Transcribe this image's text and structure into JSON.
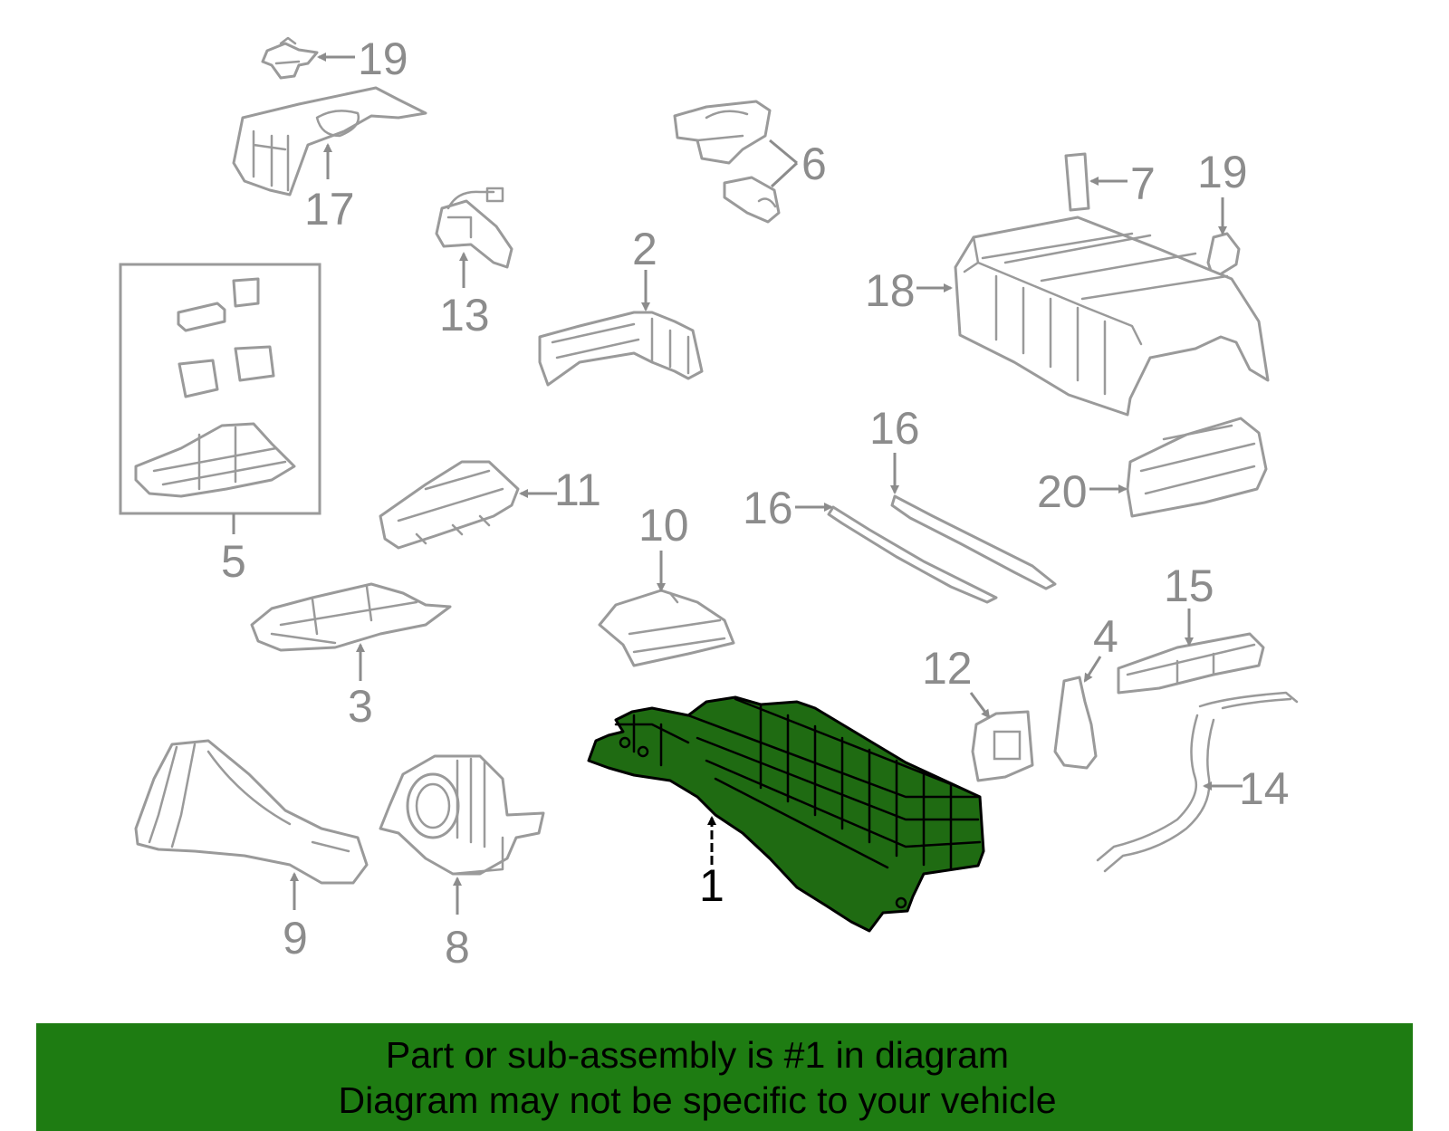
{
  "callouts": {
    "c1": "1",
    "c2": "2",
    "c3": "3",
    "c4": "4",
    "c5": "5",
    "c6": "6",
    "c7": "7",
    "c8": "8",
    "c9": "9",
    "c10": "10",
    "c11": "11",
    "c12": "12",
    "c13": "13",
    "c14": "14",
    "c15": "15",
    "c16a": "16",
    "c16b": "16",
    "c17": "17",
    "c18": "18",
    "c19a": "19",
    "c19b": "19",
    "c20": "20"
  },
  "highlighted_part": "1",
  "colors": {
    "highlight_fill": "#1f6b12",
    "banner_background": "#1e7c12",
    "part_outline": "#9a9a9a",
    "callout_text": "#8c8c8c"
  },
  "banner": {
    "line1": "Part or sub-assembly is #1 in diagram",
    "line2": "Diagram may not be specific to your vehicle"
  }
}
